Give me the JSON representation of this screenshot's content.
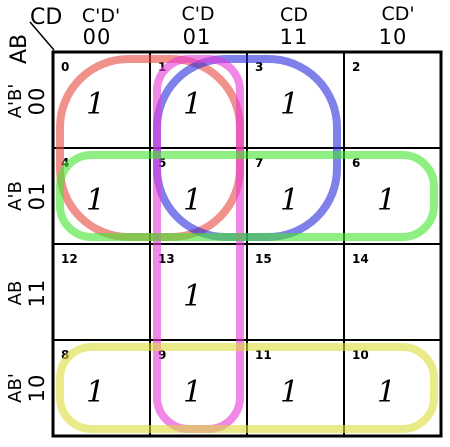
{
  "variables": {
    "columns": "CD",
    "rows": "AB"
  },
  "columns": [
    {
      "label": "C'D'",
      "code": "00"
    },
    {
      "label": "C'D",
      "code": "01"
    },
    {
      "label": "CD",
      "code": "11"
    },
    {
      "label": "CD'",
      "code": "10"
    }
  ],
  "rows": [
    {
      "label": "A'B'",
      "code": "00"
    },
    {
      "label": "A'B",
      "code": "01"
    },
    {
      "label": "AB",
      "code": "11"
    },
    {
      "label": "AB'",
      "code": "10"
    }
  ],
  "cells": [
    [
      {
        "index": "0",
        "value": "1"
      },
      {
        "index": "1",
        "value": "1"
      },
      {
        "index": "3",
        "value": "1"
      },
      {
        "index": "2",
        "value": ""
      }
    ],
    [
      {
        "index": "4",
        "value": "1"
      },
      {
        "index": "5",
        "value": "1"
      },
      {
        "index": "7",
        "value": "1"
      },
      {
        "index": "6",
        "value": "1"
      }
    ],
    [
      {
        "index": "12",
        "value": ""
      },
      {
        "index": "13",
        "value": "1"
      },
      {
        "index": "15",
        "value": ""
      },
      {
        "index": "14",
        "value": ""
      }
    ],
    [
      {
        "index": "8",
        "value": "1"
      },
      {
        "index": "9",
        "value": "1"
      },
      {
        "index": "11",
        "value": "1"
      },
      {
        "index": "10",
        "value": "1"
      }
    ]
  ],
  "groups": [
    {
      "color": "#e8473d",
      "rows": [
        0,
        1
      ],
      "cols": [
        0,
        1
      ]
    },
    {
      "color": "#2b2bdc",
      "rows": [
        0,
        1
      ],
      "cols": [
        1,
        2
      ]
    },
    {
      "color": "#e838d8",
      "rows": [
        0,
        3
      ],
      "cols": [
        1,
        1
      ]
    },
    {
      "color": "#42e62f",
      "rows": [
        1,
        1
      ],
      "cols": [
        0,
        3
      ]
    },
    {
      "color": "#dedc3a",
      "rows": [
        3,
        3
      ],
      "cols": [
        0,
        3
      ]
    }
  ]
}
